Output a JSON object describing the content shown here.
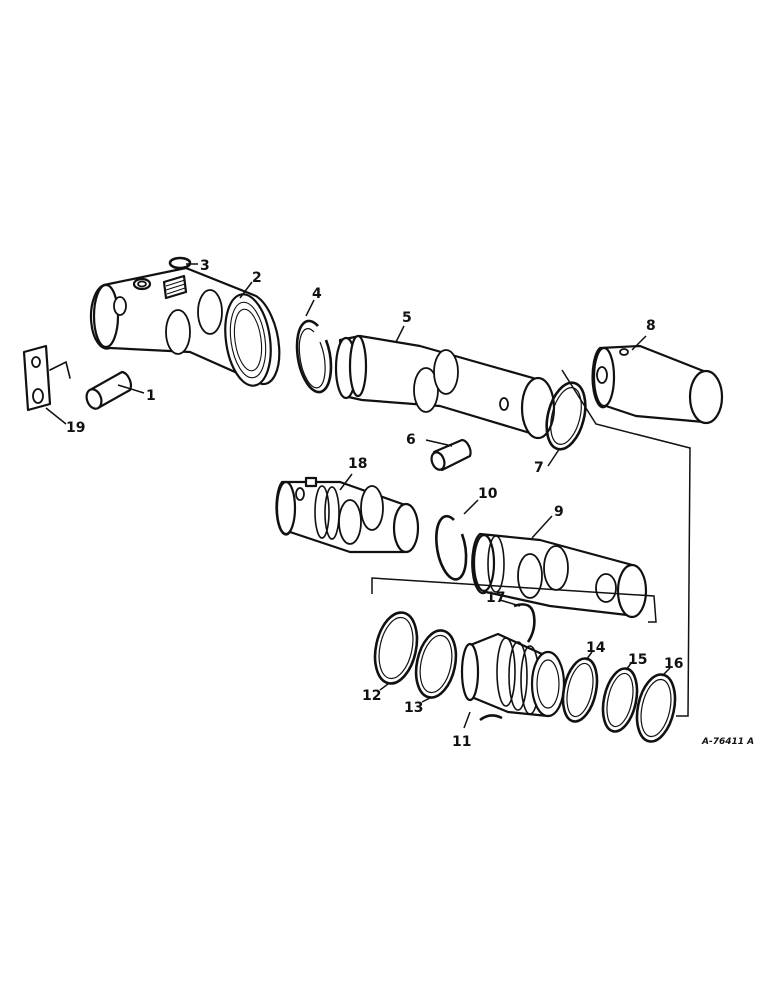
{
  "drawing_number": "A-76411 A",
  "callouts": {
    "c1": "1",
    "c2": "2",
    "c3": "3",
    "c4": "4",
    "c5": "5",
    "c6": "6",
    "c7": "7",
    "c8": "8",
    "c9": "9",
    "c10": "10",
    "c11": "11",
    "c12": "12",
    "c13": "13",
    "c14": "14",
    "c15": "15",
    "c16": "16",
    "c17": "17",
    "c18": "18",
    "c19": "19"
  }
}
